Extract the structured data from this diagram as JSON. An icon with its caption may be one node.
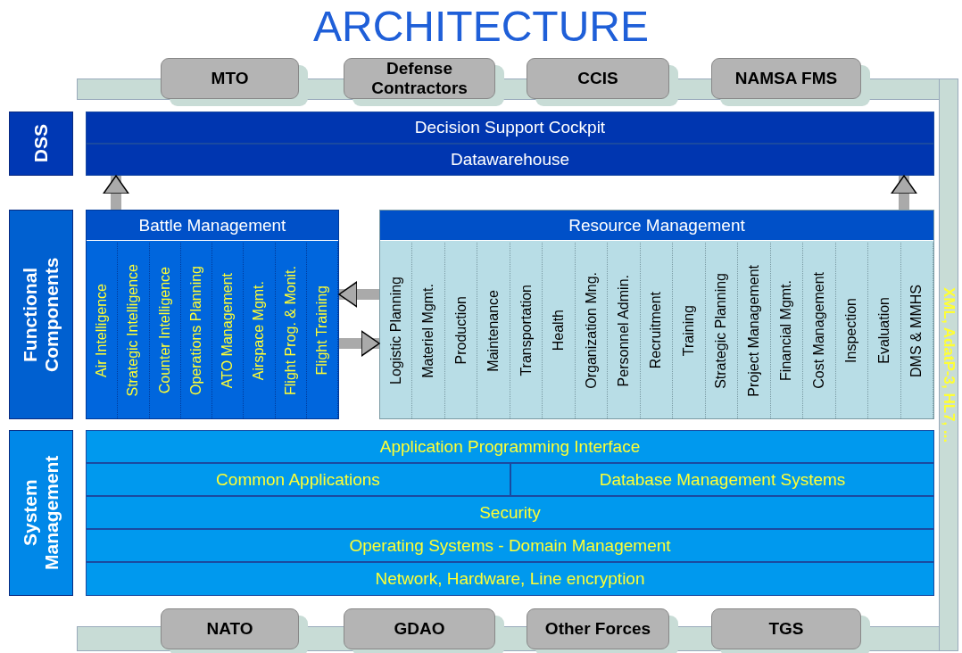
{
  "diagram": {
    "title": "ARCHITECTURE",
    "nodes": [
      {
        "text": [
          "MTO"
        ]
      },
      {
        "text": [
          "Defense Contractors"
        ]
      },
      {
        "text": [
          "CCIS"
        ]
      },
      {
        "text": [
          "NAMSA FMS"
        ]
      },
      {
        "text": [
          "DSS"
        ]
      },
      {
        "text": [
          "Decision Support Cockpit"
        ]
      },
      {
        "text": [
          "Datawarehouse"
        ]
      },
      {
        "text": [
          "Functional Components"
        ]
      },
      {
        "text": [
          "Battle Management"
        ]
      },
      {
        "text": [
          "Air Intelligence"
        ],
        "in": 8
      },
      {
        "text": [
          "Strategic Intelligence"
        ],
        "in": 8
      },
      {
        "text": [
          "Counter Intelligence"
        ],
        "in": 8
      },
      {
        "text": [
          "Operations Planning"
        ],
        "in": 8
      },
      {
        "text": [
          "ATO Management"
        ],
        "in": 8
      },
      {
        "text": [
          "Airspace Mgmt."
        ],
        "in": 8
      },
      {
        "text": [
          "Flight Prog. & Monit."
        ],
        "in": 8
      },
      {
        "text": [
          "Flight Training"
        ],
        "in": 8
      },
      {
        "text": [
          "Resource Management"
        ]
      },
      {
        "text": [
          "Logistic Planning"
        ],
        "in": 17
      },
      {
        "text": [
          "Materiel Mgmt."
        ],
        "in": 17
      },
      {
        "text": [
          "Production"
        ],
        "in": 17
      },
      {
        "text": [
          "Maintenance"
        ],
        "in": 17
      },
      {
        "text": [
          "Transportation"
        ],
        "in": 17
      },
      {
        "text": [
          "Health"
        ],
        "in": 17
      },
      {
        "text": [
          "Organization Mng."
        ],
        "in": 17
      },
      {
        "text": [
          "Personnel Admin."
        ],
        "in": 17
      },
      {
        "text": [
          "Recruitment"
        ],
        "in": 17
      },
      {
        "text": [
          "Training"
        ],
        "in": 17
      },
      {
        "text": [
          "Strategic Planning"
        ],
        "in": 17
      },
      {
        "text": [
          "Project Management"
        ],
        "in": 17
      },
      {
        "text": [
          "Financial Mgmt."
        ],
        "in": 17
      },
      {
        "text": [
          "Cost Management"
        ],
        "in": 17
      },
      {
        "text": [
          "Inspection"
        ],
        "in": 17
      },
      {
        "text": [
          "Evaluation"
        ],
        "in": 17
      },
      {
        "text": [
          "DMS & MMHS"
        ],
        "in": 17
      },
      {
        "text": [
          "System Management"
        ]
      },
      {
        "text": [
          "Application Programming Interface"
        ]
      },
      {
        "text": [
          "Common Applications"
        ]
      },
      {
        "text": [
          "Database Management Systems"
        ]
      },
      {
        "text": [
          "Security"
        ]
      },
      {
        "text": [
          "Operating Systems - Domain Management"
        ]
      },
      {
        "text": [
          "Network, Hardware, Line encryption"
        ]
      },
      {
        "text": [
          "XML, AdatP-3, HL7, ..."
        ]
      },
      {
        "text": [
          "NATO"
        ]
      },
      {
        "text": [
          "GDAO"
        ]
      },
      {
        "text": [
          "Other Forces"
        ]
      },
      {
        "text": [
          "TGS"
        ]
      }
    ],
    "edges": [
      {
        "from": 8,
        "to": 6,
        "arrow": "to"
      },
      {
        "from": 17,
        "to": 6,
        "arrow": "to"
      },
      {
        "from": 17,
        "to": 8,
        "arrow": "to"
      },
      {
        "from": 8,
        "to": 17,
        "arrow": "to"
      }
    ]
  }
}
